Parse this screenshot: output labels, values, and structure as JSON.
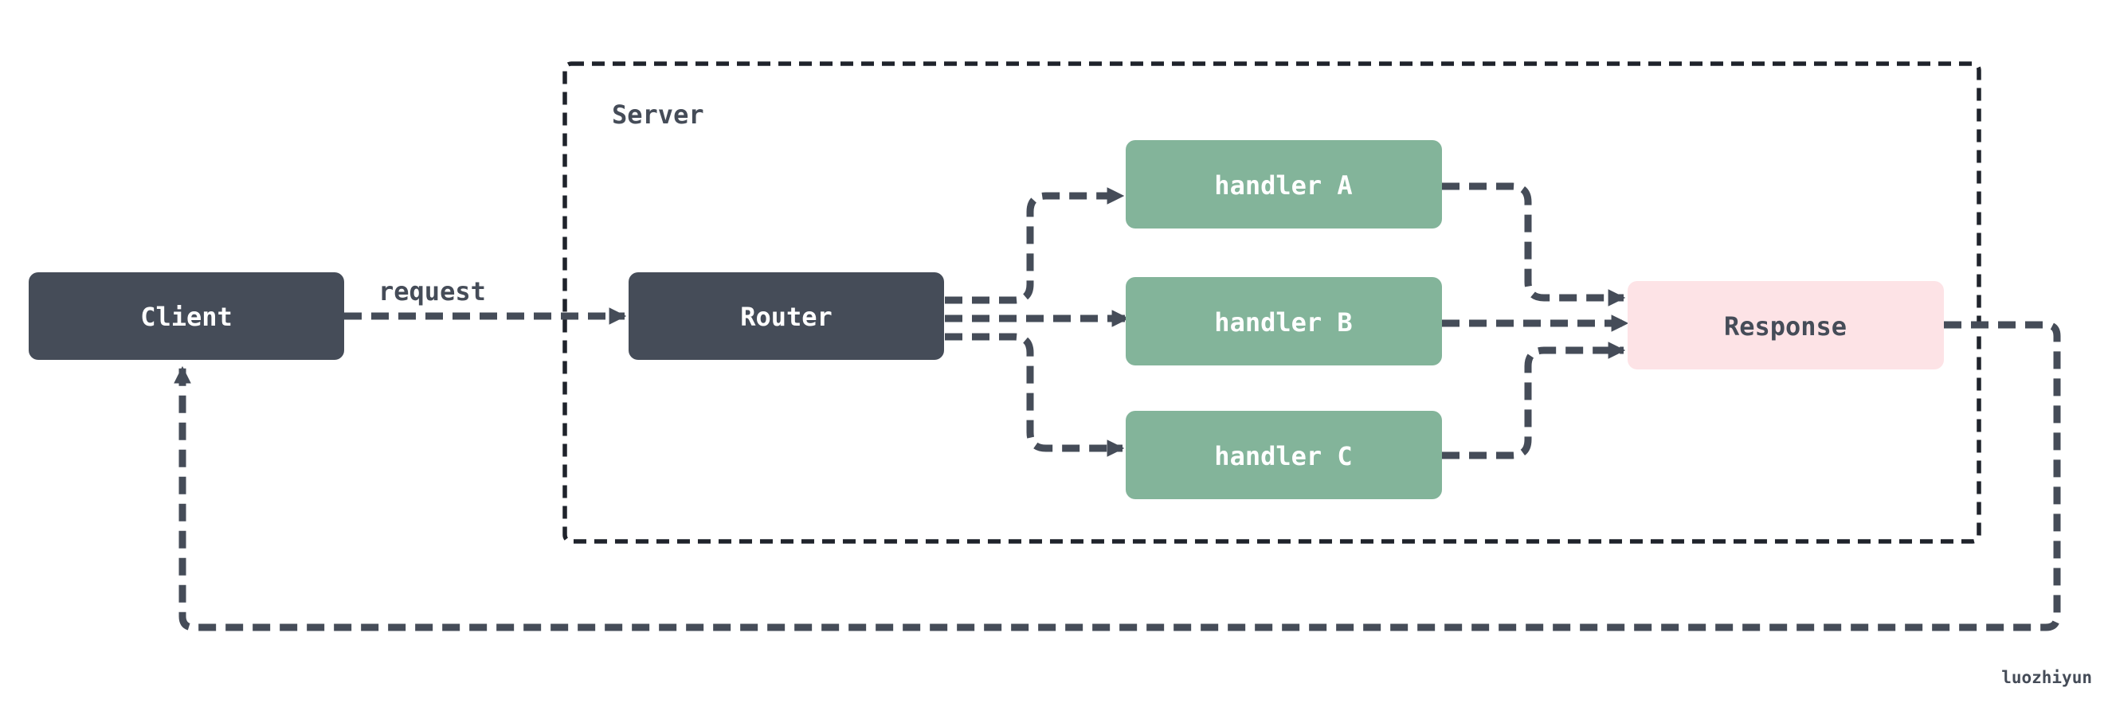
{
  "server": {
    "label": "Server"
  },
  "nodes": {
    "client": {
      "label": "Client"
    },
    "router": {
      "label": "Router"
    },
    "handler_a": {
      "label": "handler A"
    },
    "handler_b": {
      "label": "handler B"
    },
    "handler_c": {
      "label": "handler C"
    },
    "response": {
      "label": "Response"
    }
  },
  "edges": {
    "request": {
      "label": "request"
    }
  },
  "credit": "luozhiyun",
  "colors": {
    "dark_node": "#454c58",
    "handler_node": "#83b49a",
    "response_node": "#fde3e6",
    "response_text": "#454c58",
    "light_text": "#ffffff",
    "line": "#454c58"
  }
}
